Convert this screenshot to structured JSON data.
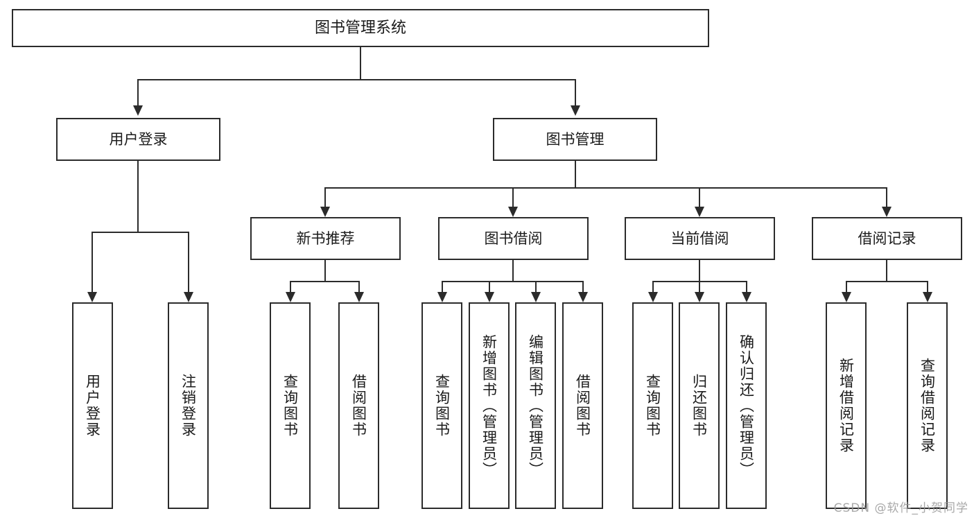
{
  "diagram": {
    "title": "图书管理系统",
    "watermark": "CSDN @软件_小贺同学",
    "accent_color": "#2b2b2b",
    "background_color": "#ffffff",
    "text_color": "#1a1a1a",
    "levels": {
      "root": {
        "label": "图书管理系统"
      },
      "level2": [
        {
          "label": "用户登录"
        },
        {
          "label": "图书管理"
        }
      ],
      "level3": [
        {
          "label": "新书推荐"
        },
        {
          "label": "图书借阅"
        },
        {
          "label": "当前借阅"
        },
        {
          "label": "借阅记录"
        }
      ],
      "leaves": {
        "user_login": [
          {
            "label": "用户登录"
          },
          {
            "label": "注销登录"
          }
        ],
        "new_book_recommend": [
          {
            "label": "查询图书"
          },
          {
            "label": "借阅图书"
          }
        ],
        "book_borrow": [
          {
            "label": "查询图书"
          },
          {
            "label": "新增图书（管理员）"
          },
          {
            "label": "编辑图书（管理员）"
          },
          {
            "label": "借阅图书"
          }
        ],
        "current_borrow": [
          {
            "label": "查询图书"
          },
          {
            "label": "归还图书"
          },
          {
            "label": "确认归还（管理员）"
          }
        ],
        "borrow_record": [
          {
            "label": "新增借阅记录"
          },
          {
            "label": "查询借阅记录"
          }
        ]
      }
    }
  }
}
